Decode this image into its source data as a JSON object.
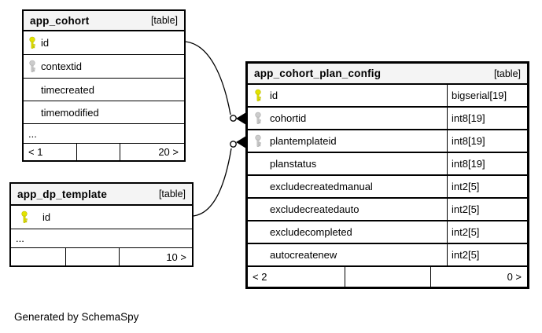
{
  "diagram": {
    "generator_note": "Generated by SchemaSpy"
  },
  "colors": {
    "primary_key_icon": "#e3e300",
    "foreign_key_icon": "#cccccc",
    "header_bg": "#f4f4f4",
    "border": "#000000",
    "background": "#ffffff"
  },
  "tables": [
    {
      "name": "app_cohort",
      "badge": "[table]",
      "columns": [
        {
          "name": "id",
          "key": "primary"
        },
        {
          "name": "contextid",
          "key": "foreign"
        },
        {
          "name": "timecreated",
          "key": "none"
        },
        {
          "name": "timemodified",
          "key": "none"
        }
      ],
      "ellipsis": "...",
      "footer": {
        "left": "< 1",
        "center": "",
        "right": "20 >"
      }
    },
    {
      "name": "app_cohort_plan_config",
      "badge": "[table]",
      "columns": [
        {
          "name": "id",
          "type": "bigserial[19]",
          "key": "primary"
        },
        {
          "name": "cohortid",
          "type": "int8[19]",
          "key": "foreign"
        },
        {
          "name": "plantemplateid",
          "type": "int8[19]",
          "key": "foreign"
        },
        {
          "name": "planstatus",
          "type": "int8[19]",
          "key": "none"
        },
        {
          "name": "excludecreatedmanual",
          "type": "int2[5]",
          "key": "none"
        },
        {
          "name": "excludecreatedauto",
          "type": "int2[5]",
          "key": "none"
        },
        {
          "name": "excludecompleted",
          "type": "int2[5]",
          "key": "none"
        },
        {
          "name": "autocreatenew",
          "type": "int2[5]",
          "key": "none"
        }
      ],
      "footer": {
        "left": "< 2",
        "center": "",
        "right": "0 >"
      }
    },
    {
      "name": "app_dp_template",
      "badge": "[table]",
      "columns": [
        {
          "name": "id",
          "key": "primary"
        }
      ],
      "ellipsis": "...",
      "footer": {
        "left": "",
        "center": "",
        "right": "10 >"
      }
    }
  ],
  "relationships": [
    {
      "from": "app_cohort.id",
      "to": "app_cohort_plan_config.cohortid",
      "cardinality": "zero-or-many"
    },
    {
      "from": "app_dp_template.id",
      "to": "app_cohort_plan_config.plantemplateid",
      "cardinality": "zero-or-many"
    }
  ]
}
